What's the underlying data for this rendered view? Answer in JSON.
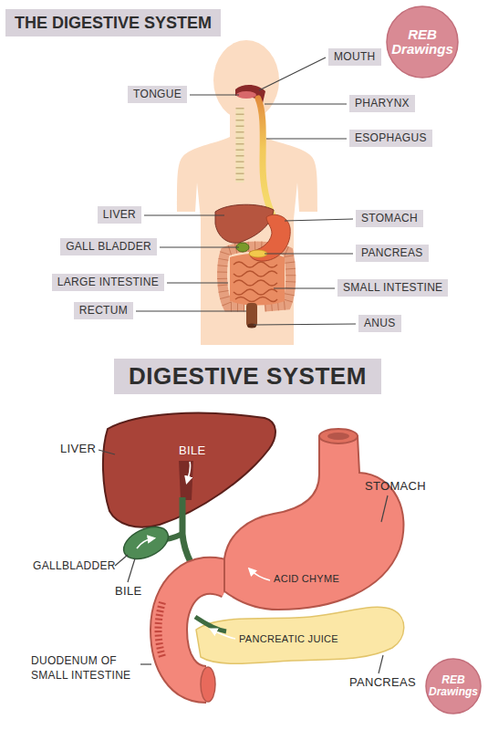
{
  "diagram": {
    "title": "THE DIGESTIVE SYSTEM",
    "nodes": [
      {
        "text": [
          "REB Drawings"
        ]
      },
      {
        "text": [
          "MOUTH"
        ]
      },
      {
        "text": [
          "TONGUE"
        ]
      },
      {
        "text": [
          "PHARYNX"
        ]
      },
      {
        "text": [
          "ESOPHAGUS"
        ]
      },
      {
        "text": [
          "LIVER"
        ]
      },
      {
        "text": [
          "STOMACH"
        ]
      },
      {
        "text": [
          "GALL BLADDER"
        ]
      },
      {
        "text": [
          "PANCREAS"
        ]
      },
      {
        "text": [
          "LARGE INTESTINE"
        ]
      },
      {
        "text": [
          "SMALL INTESTINE"
        ]
      },
      {
        "text": [
          "RECTUM"
        ]
      },
      {
        "text": [
          "ANUS"
        ]
      },
      {
        "text": [
          "DIGESTIVE SYSTEM"
        ]
      },
      {
        "text": [
          "REB Drawings"
        ]
      }
    ],
    "labels": [
      "LIVER",
      "BILE",
      "STOMACH",
      "GALLBLADDER",
      "BILE",
      "ACID CHYME",
      "PANCREATIC JUICE",
      "DUODENUM OF SMALL INTESTINE",
      "PANCREAS"
    ]
  }
}
